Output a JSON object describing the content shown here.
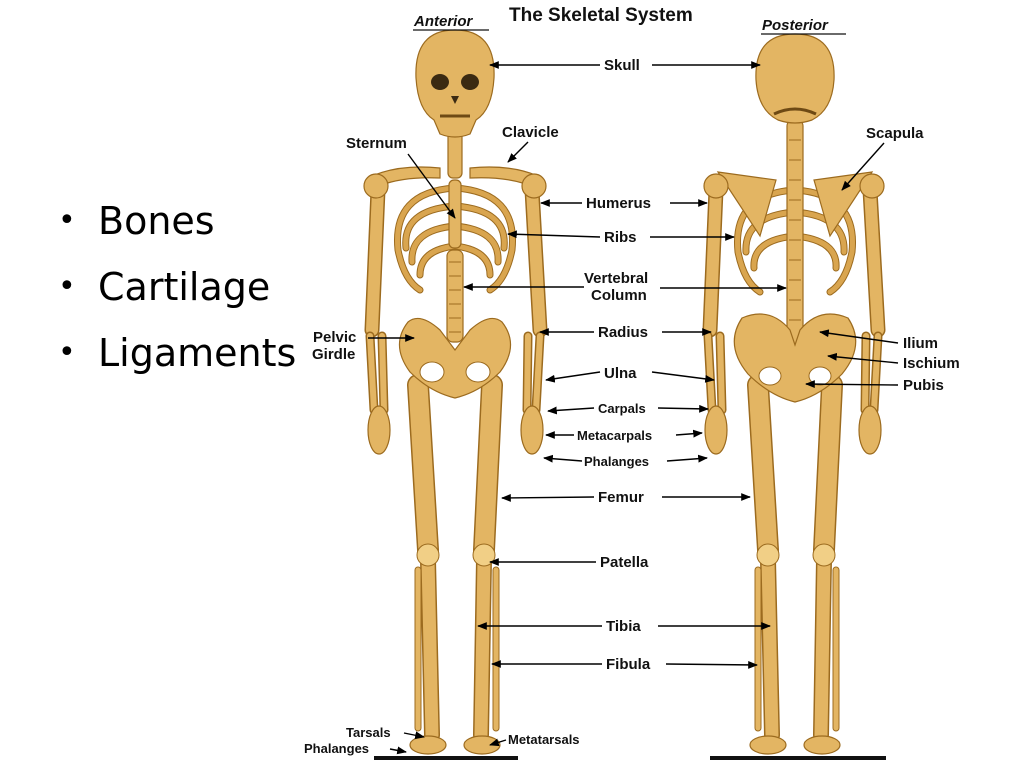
{
  "bullets": [
    "Bones",
    "Cartilage",
    "Ligaments"
  ],
  "diagram": {
    "title": "The Skeletal System",
    "view_anterior": "Anterior",
    "view_posterior": "Posterior",
    "labels": {
      "skull": "Skull",
      "sternum": "Sternum",
      "clavicle": "Clavicle",
      "scapula": "Scapula",
      "humerus": "Humerus",
      "ribs": "Ribs",
      "vertebral_1": "Vertebral",
      "vertebral_2": "Column",
      "pelvic_1": "Pelvic",
      "pelvic_2": "Girdle",
      "radius": "Radius",
      "ilium": "Ilium",
      "ischium": "Ischium",
      "pubis": "Pubis",
      "ulna": "Ulna",
      "carpals": "Carpals",
      "metacarpals": "Metacarpals",
      "phalanges_hand": "Phalanges",
      "femur": "Femur",
      "patella": "Patella",
      "tibia": "Tibia",
      "fibula": "Fibula",
      "tarsals": "Tarsals",
      "phalanges_foot": "Phalanges",
      "metatarsals": "Metatarsals"
    },
    "colors": {
      "bone": "#e3b563",
      "bone_outline": "#9c6b1f",
      "label": "#111111"
    }
  }
}
